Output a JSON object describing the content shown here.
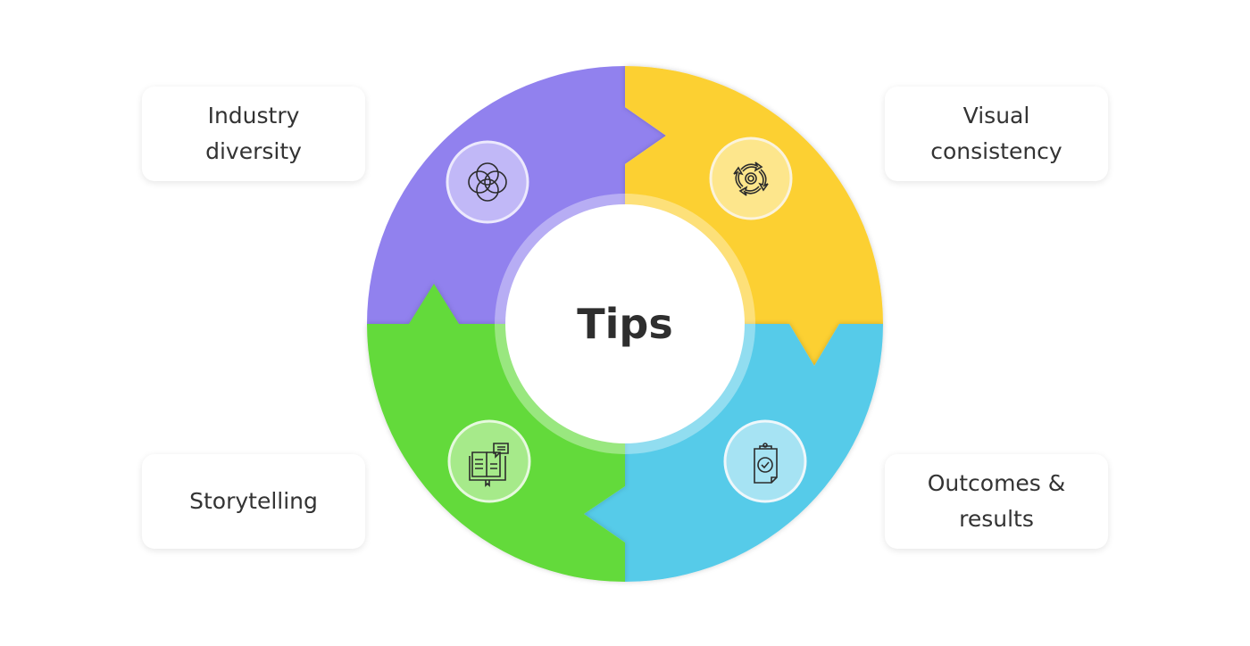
{
  "center": {
    "label": "Tips"
  },
  "segments": [
    {
      "id": "industry-diversity",
      "label": "Industry diversity",
      "color": "#9181ee",
      "icon": "venn-circles-icon",
      "icon_bg": "#c1b8f7"
    },
    {
      "id": "visual-consistency",
      "label": "Visual consistency",
      "color": "#fcd033",
      "icon": "cycle-arrows-icon",
      "icon_bg": "#fde68c"
    },
    {
      "id": "outcomes-results",
      "label": "Outcomes & results",
      "color": "#57cbe9",
      "icon": "clipboard-check-icon",
      "icon_bg": "#a6e3f3"
    },
    {
      "id": "storytelling",
      "label": "Storytelling",
      "color": "#63da3a",
      "icon": "book-chat-icon",
      "icon_bg": "#a6ea8a"
    }
  ]
}
